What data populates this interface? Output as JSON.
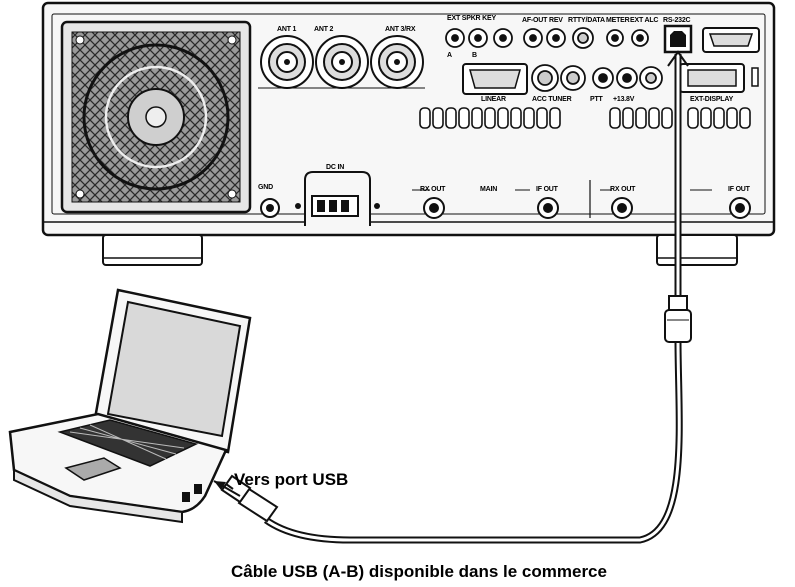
{
  "colors": {
    "ink": "#111111",
    "background": "#ffffff",
    "panel": "#f4f4f4",
    "grid": "#d8d8d8"
  },
  "icons": [
    "cooling-fan-icon",
    "laptop-icon",
    "usb-a-plug-icon",
    "usb-b-plug-icon",
    "usb-b-port-icon",
    "coax-connector-icon"
  ],
  "rear_panel": {
    "ant_labels": [
      "ANT 1",
      "ANT 2",
      "ANT 3/RX"
    ],
    "ext_spkr_key": "EXT SPKR KEY",
    "af_out_rev": "AF-OUT REV",
    "rtty_data": "RTTY/DATA",
    "meter": "METER",
    "ext_alc": "EXT ALC",
    "rs232c": "RS-232C",
    "sub_labels": [
      "A",
      "B"
    ],
    "linear": "LINEAR",
    "acc_tuner": "ACC TUNER",
    "ptt": "PTT",
    "voltage": "+13.8V",
    "ext_display": "EXT-DISPLAY",
    "gnd": "GND",
    "dc_in": "DC IN",
    "rx_out": "RX OUT",
    "main": "MAIN",
    "if_out": "IF OUT"
  },
  "labels": {
    "usb_port": "Vers port USB",
    "cable": "Câble USB (A-B) disponible dans le commerce"
  }
}
